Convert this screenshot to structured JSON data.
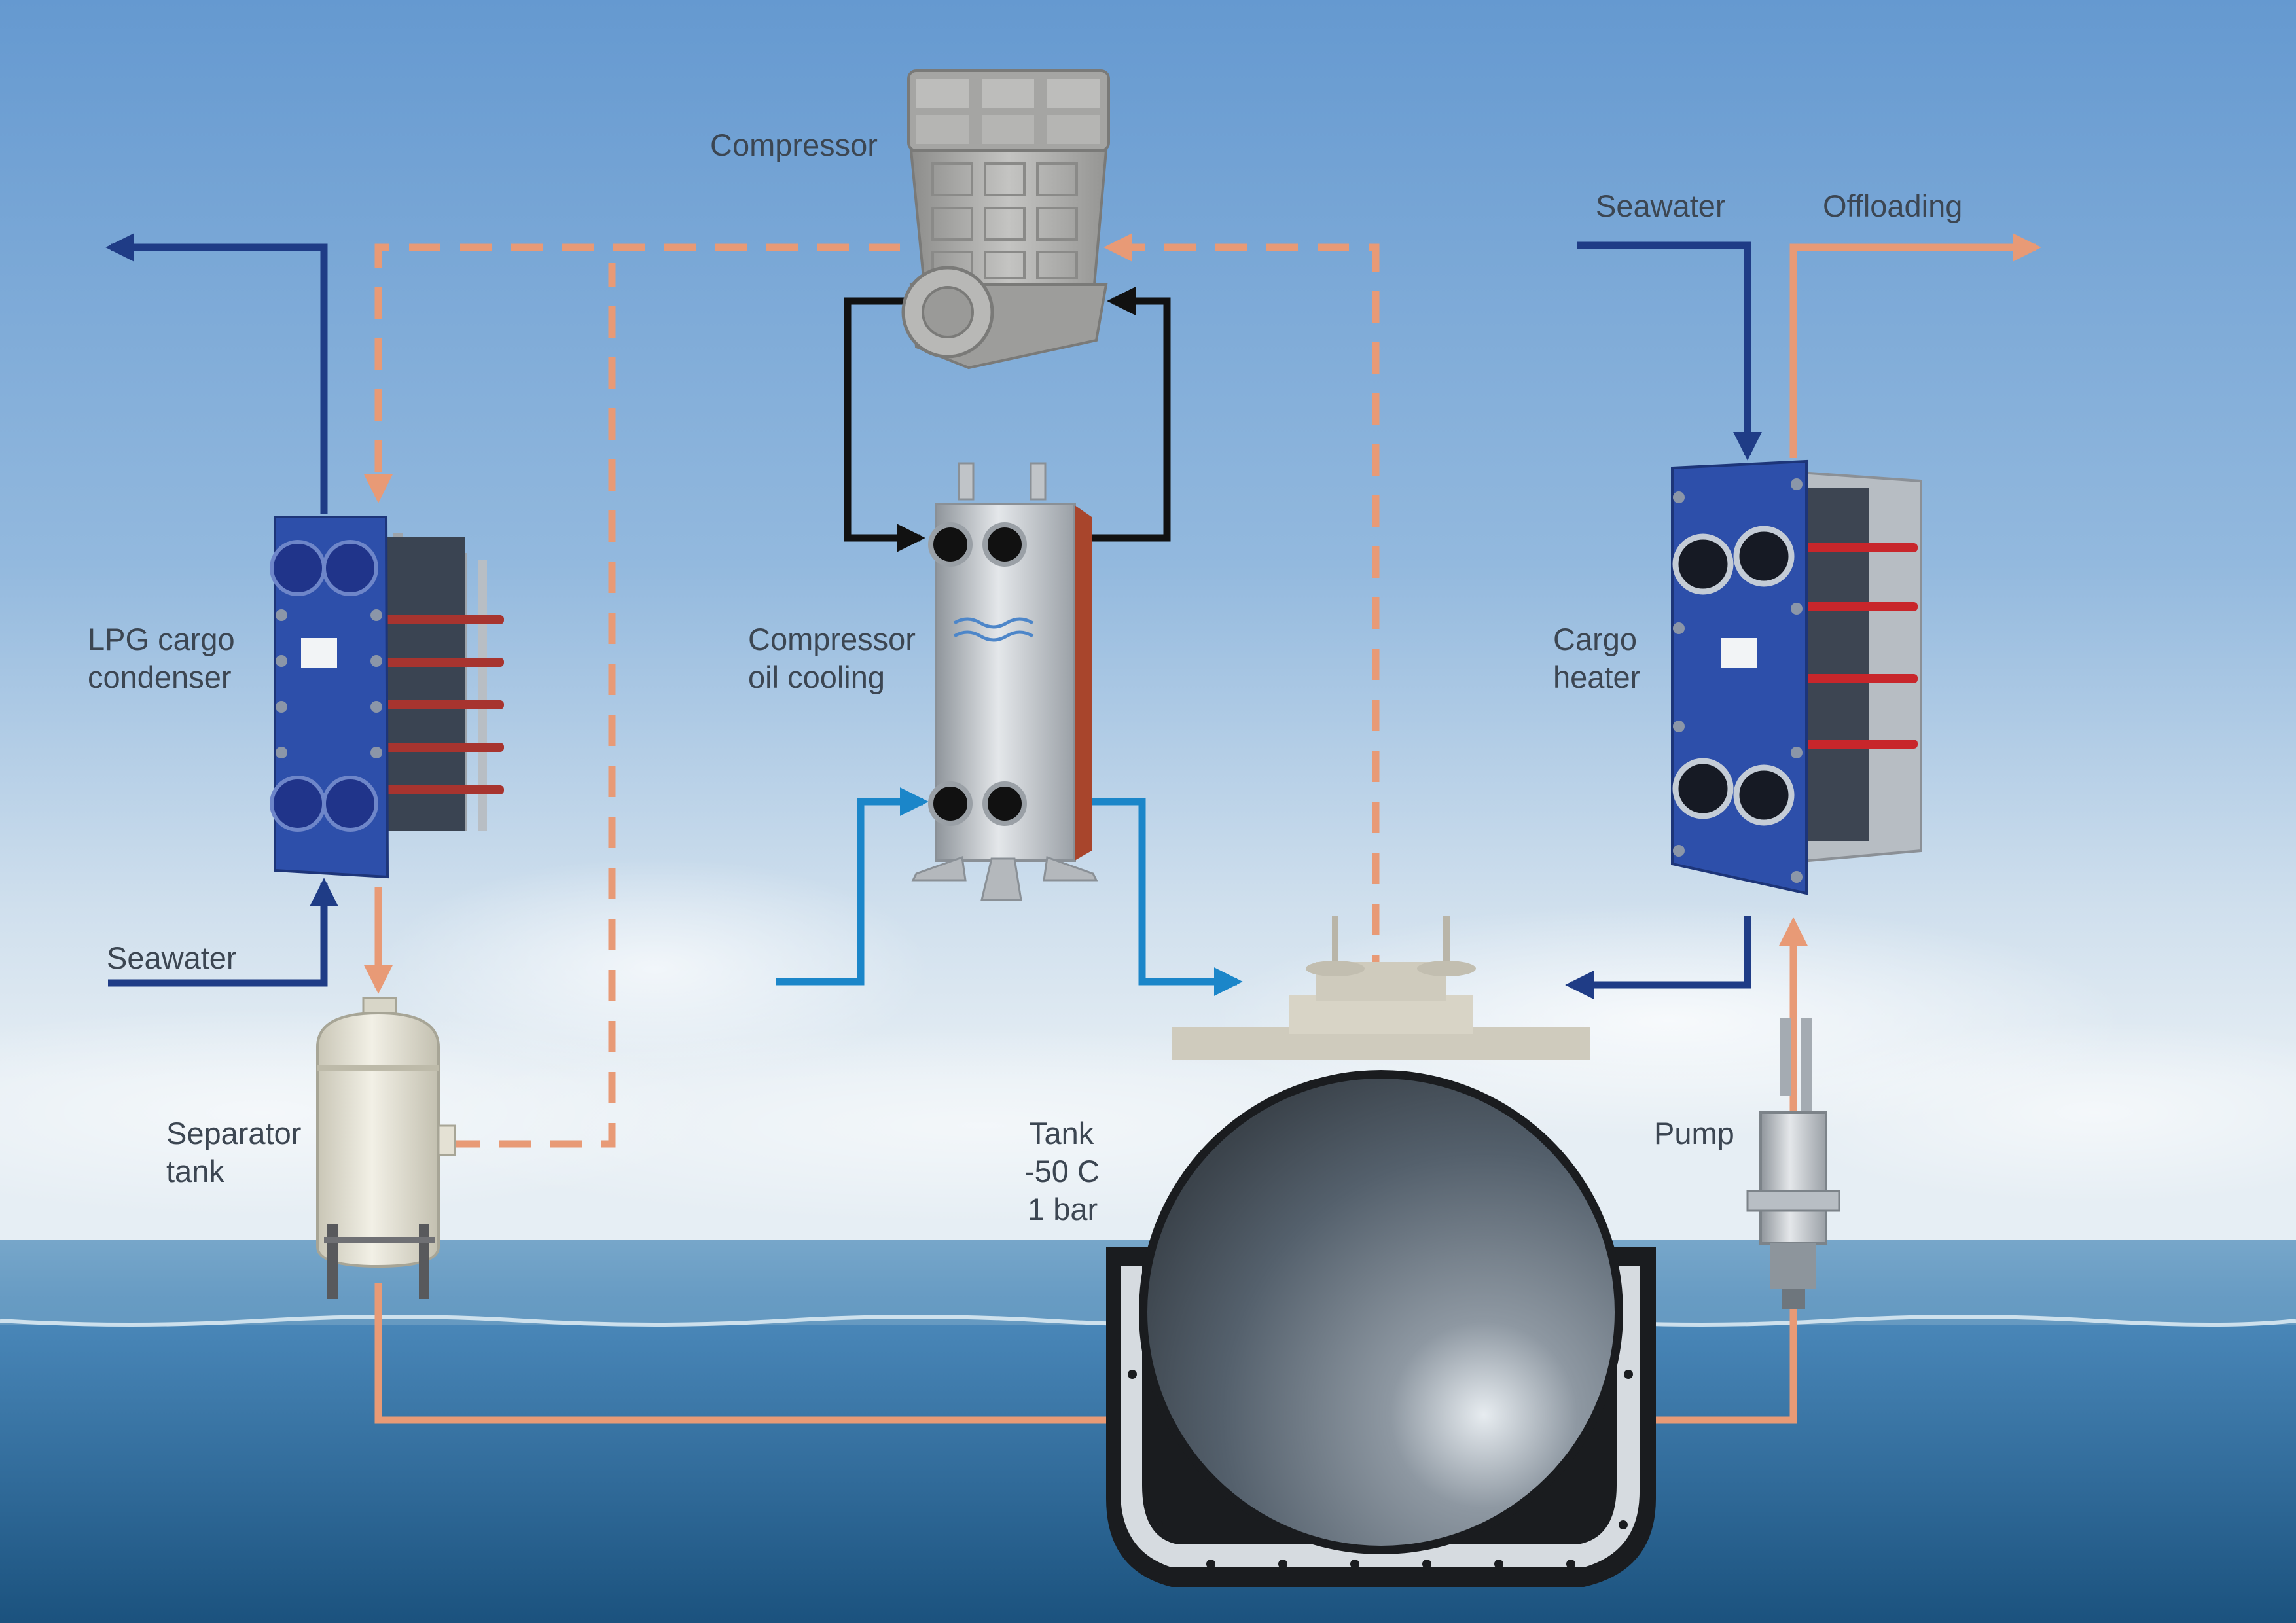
{
  "labels": {
    "compressor": "Compressor",
    "lpg_condenser": [
      "LPG cargo",
      "condenser"
    ],
    "seawater_left": "Seawater",
    "compressor_oil_cooling": [
      "Compressor",
      "oil cooling"
    ],
    "seawater_right": "Seawater",
    "offloading": "Offloading",
    "cargo_heater": [
      "Cargo",
      "heater"
    ],
    "separator_tank": [
      "Separator",
      "tank"
    ],
    "tank": [
      "Tank",
      "-50 C",
      "1 bar"
    ],
    "pump": "Pump"
  },
  "colors": {
    "sky_top": "#6a9ed3",
    "sky_horizon": "#dbe8f1",
    "sea": "#4c8cbd",
    "sea_deep": "#1d5a86",
    "seawater_line": "#1f3c86",
    "cargo_line": "#e89a76",
    "oil_line": "#111111",
    "cooling_water_line": "#1b86c9",
    "plate_heat_exchanger": "#2d4faa",
    "hull": "#1a1c1f"
  },
  "icons": {
    "lpg_condenser": "plate-heat-exchanger-icon",
    "cargo_heater": "plate-heat-exchanger-icon",
    "compressor": "compressor-icon",
    "oil_cooler": "brazed-heat-exchanger-icon",
    "separator": "vessel-tank-icon",
    "pump": "deepwell-pump-icon",
    "tank": "lpg-carrier-cross-section-icon"
  }
}
